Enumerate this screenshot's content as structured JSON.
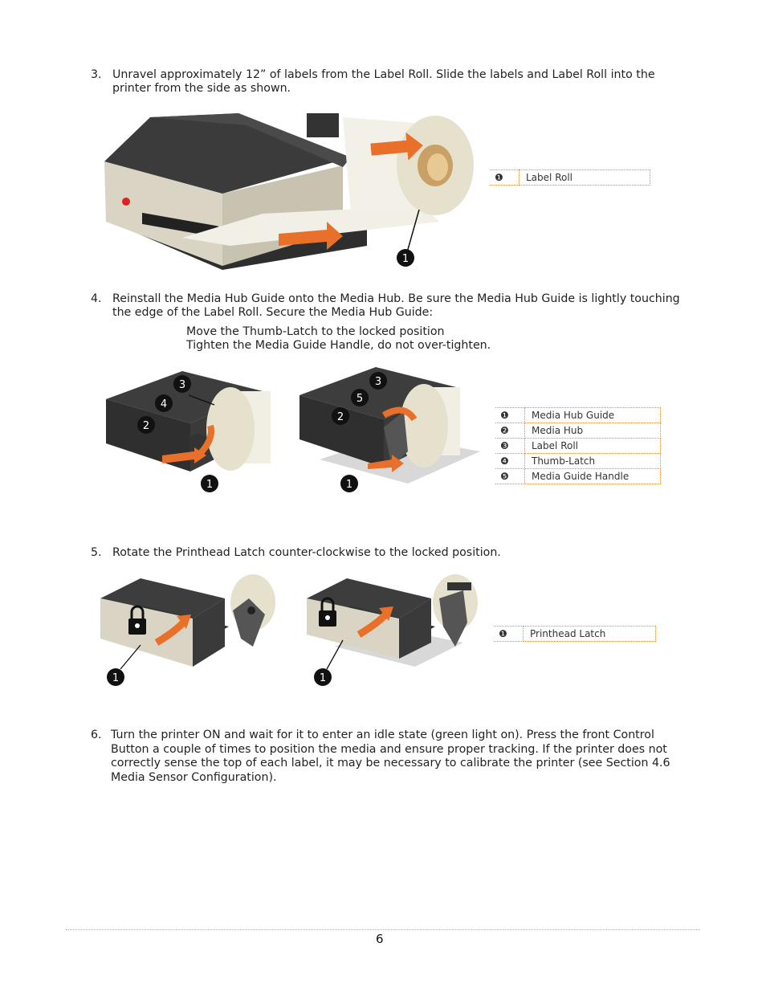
{
  "steps": [
    {
      "num": "3.",
      "line1": "Unravel approximately 12” of labels from the Label Roll.  Slide the labels and Label Roll into the",
      "line2": "printer from the side as shown."
    },
    {
      "num": "4.",
      "line1": "Reinstall the Media Hub Guide onto the Media Hub.  Be sure the Media Hub Guide is lightly touching",
      "line2": "the edge of the Label Roll. Secure the Media Hub Guide:"
    },
    {
      "num": "5.",
      "line1": "Rotate the Printhead Latch counter-clockwise to the locked position."
    },
    {
      "num": "6.",
      "line1": "Turn the printer ON and wait for it to enter an idle state (green light on). Press the front Control",
      "line2": "Button a couple of  times to position the media and ensure proper tracking. If the printer does not",
      "line3": "correctly sense the top of each label, it may be necessary to calibrate the printer (see Section 4.6",
      "line4": "Media Sensor Configuration)."
    }
  ],
  "substeps": [
    "Move the Thumb-Latch to the locked position",
    "Tighten the Media Guide Handle, do not over-tighten."
  ],
  "legend1": [
    {
      "bullet": "❶",
      "label": "Label Roll"
    }
  ],
  "legend2": [
    {
      "bullet": "❶",
      "label": "Media Hub Guide"
    },
    {
      "bullet": "❷",
      "label": "Media Hub"
    },
    {
      "bullet": "❸",
      "label": "Label Roll"
    },
    {
      "bullet": "❹",
      "label": "Thumb-Latch"
    },
    {
      "bullet": "❺",
      "label": "Media Guide Handle"
    }
  ],
  "legend3": [
    {
      "bullet": "❶",
      "label": "Printhead Latch"
    }
  ],
  "callouts": {
    "c1": "1",
    "c2": "2",
    "c3": "3",
    "c4": "4",
    "c5": "5"
  },
  "page_number": "6",
  "colors": {
    "accent_orange": "#e8702a",
    "rule": "#e08a3a"
  }
}
